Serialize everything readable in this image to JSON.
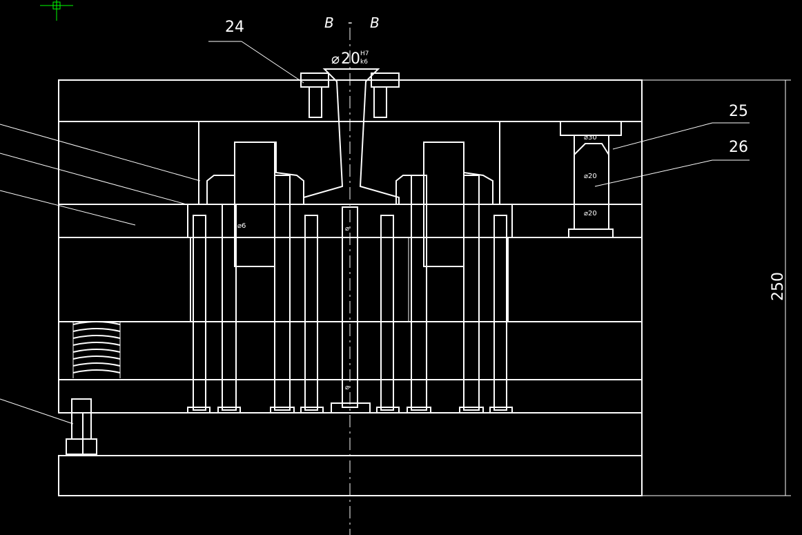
{
  "view_label": {
    "left": "B",
    "dash": "-",
    "right": "B"
  },
  "balloons": {
    "b24": "24",
    "b25": "25",
    "b26": "26"
  },
  "dimension": {
    "overall_height": "250"
  },
  "callouts": {
    "sprue_dia": {
      "symbol": "⌀",
      "value": "20",
      "fit_top": "H7",
      "fit_bottom": "k6"
    },
    "bush_30": "⌀30",
    "bush_20a": "⌀20",
    "bush_20b": "⌀20",
    "pin_6": "⌀6",
    "center_pin_a": "⌀",
    "center_pin_b": "⌀"
  },
  "colors": {
    "background": "#000000",
    "lines": "#ffffff",
    "cursor": "#00ff00"
  }
}
